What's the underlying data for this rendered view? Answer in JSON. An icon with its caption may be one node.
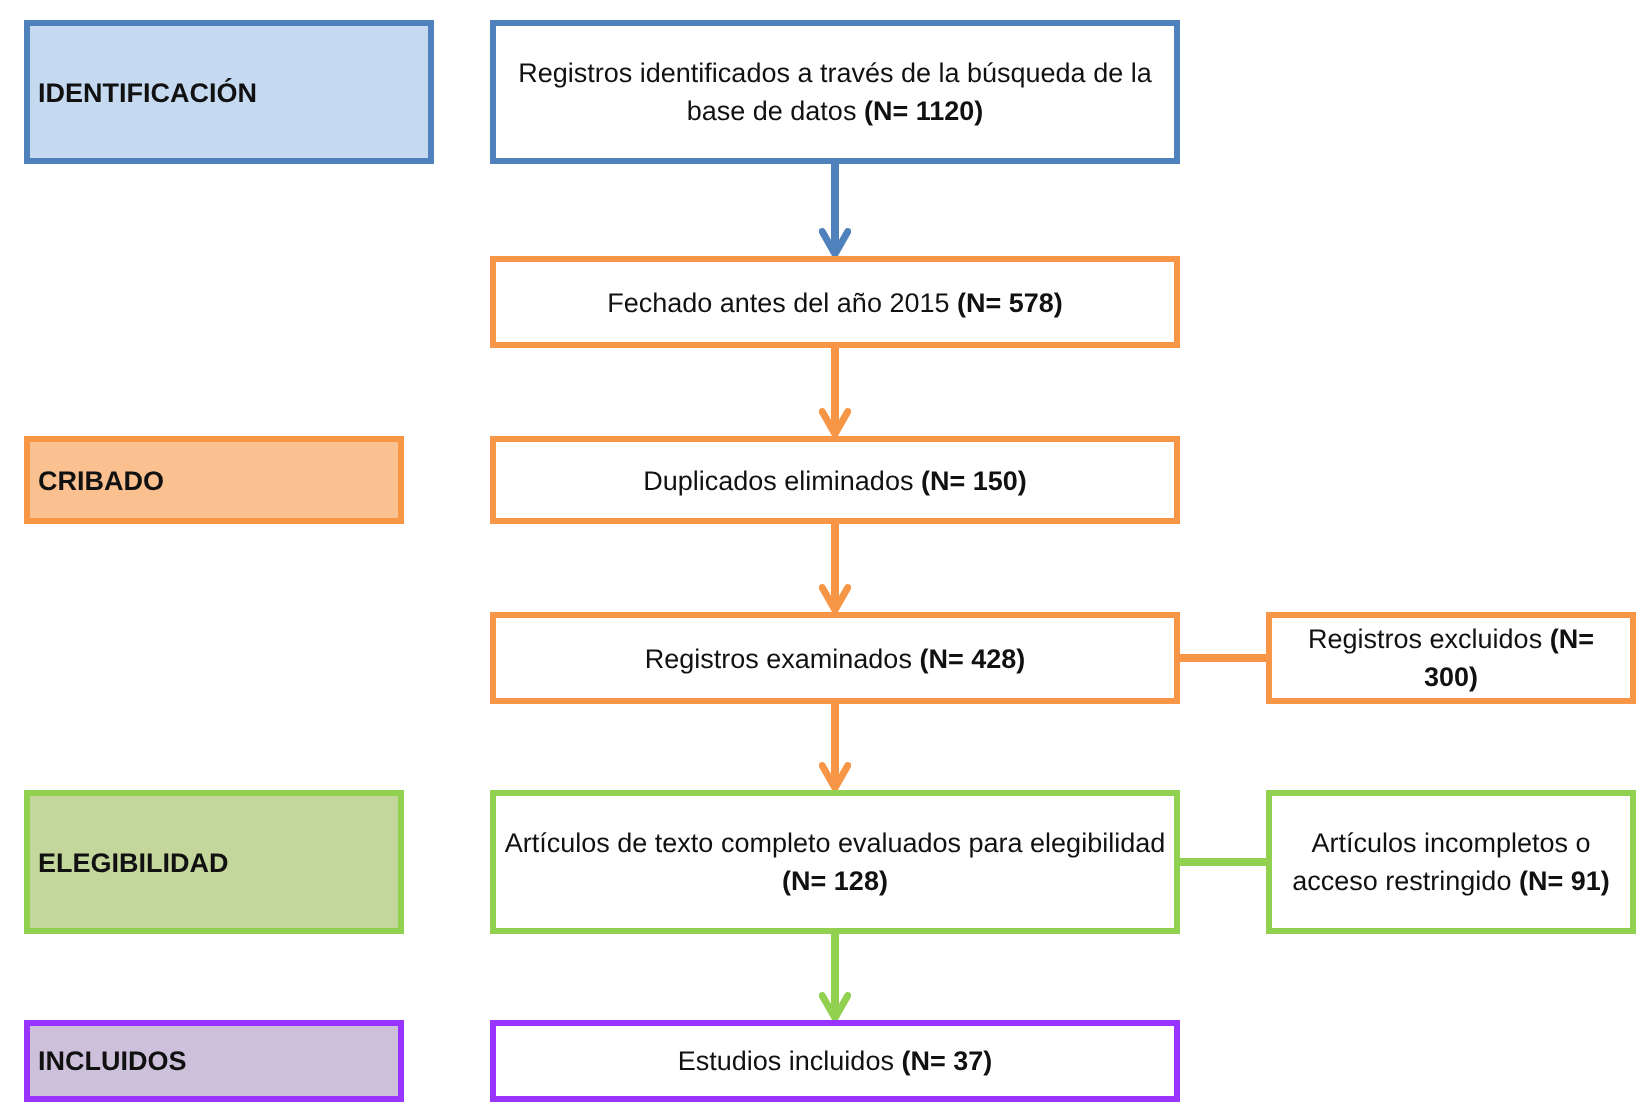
{
  "diagram": {
    "nodes": [
      {
        "text": [
          "IDENTIFICACIÓN"
        ]
      },
      {
        "text": [
          "Registros identificados a través de la búsqueda de la base de datos **(N= 1120)**"
        ]
      },
      {
        "text": [
          "Fechado antes del año 2015 **(N= 578)**"
        ]
      },
      {
        "text": [
          "CRIBADO"
        ]
      },
      {
        "text": [
          "Duplicados eliminados **(N= 150)**"
        ]
      },
      {
        "text": [
          "Registros examinados **(N= 428)**"
        ]
      },
      {
        "text": [
          "Registros excluidos **(N= 300)**"
        ]
      },
      {
        "text": [
          "ELEGIBILIDAD"
        ]
      },
      {
        "text": [
          "Artículos de texto completo evaluados para elegibilidad **(N= 128)**"
        ]
      },
      {
        "text": [
          "Artículos incompletos o acceso restringido **(N= 91)**"
        ]
      },
      {
        "text": [
          "INCLUIDOS"
        ]
      },
      {
        "text": [
          "Estudios incluidos **(N= 37)**"
        ]
      }
    ],
    "edges": [
      {
        "from": 1,
        "to": 2,
        "arrow": "to",
        "color": "#4f81bd"
      },
      {
        "from": 2,
        "to": 4,
        "arrow": "to"
      },
      {
        "from": 4,
        "to": 5,
        "arrow": "to"
      },
      {
        "from": 5,
        "to": 6,
        "arrow": "none"
      },
      {
        "from": 5,
        "to": 8,
        "arrow": "to"
      },
      {
        "from": 8,
        "to": 9,
        "arrow": "none",
        "color": "#92d050"
      },
      {
        "from": 8,
        "to": 11,
        "arrow": "to",
        "color": "#92d050"
      }
    ]
  }
}
